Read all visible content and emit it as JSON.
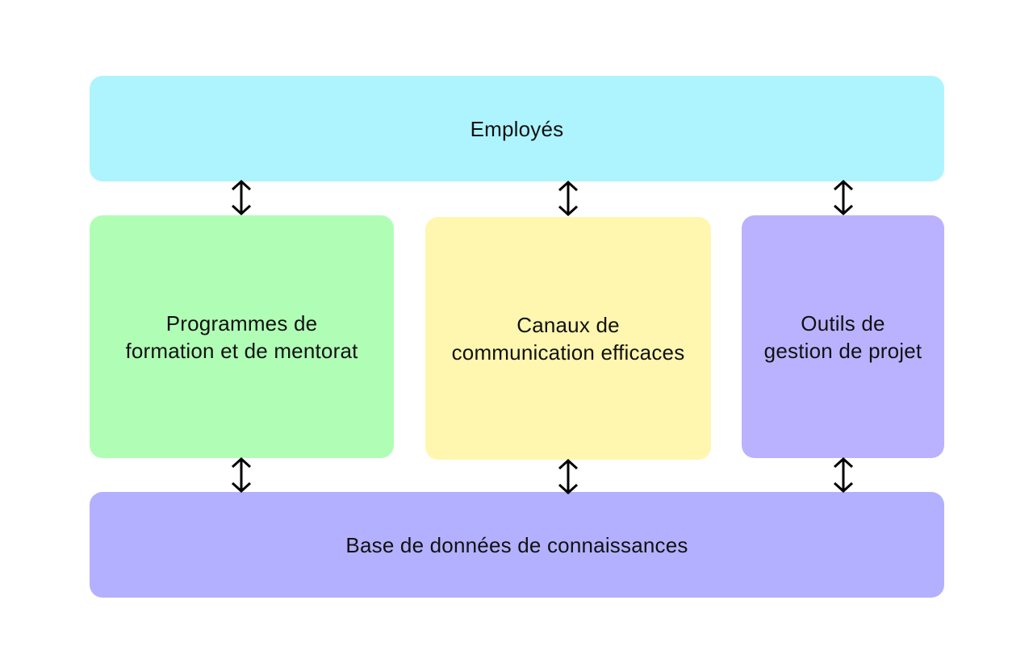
{
  "diagram": {
    "nodes": {
      "employes": {
        "label": "Employés",
        "color": "#aef4ff"
      },
      "formation": {
        "label": "Programmes de\nformation et de mentorat",
        "color": "#b0feb5"
      },
      "canaux": {
        "label": "Canaux de\ncommunication efficaces",
        "color": "#fff6b0"
      },
      "outils": {
        "label": "Outils de\ngestion de projet",
        "color": "#bab2ff"
      },
      "base": {
        "label": "Base de données de connaissances",
        "color": "#b3b0ff"
      }
    },
    "edges": [
      {
        "from": "employes",
        "to": "formation",
        "style": "bidirectional"
      },
      {
        "from": "employes",
        "to": "canaux",
        "style": "bidirectional"
      },
      {
        "from": "employes",
        "to": "outils",
        "style": "bidirectional"
      },
      {
        "from": "formation",
        "to": "base",
        "style": "bidirectional"
      },
      {
        "from": "canaux",
        "to": "base",
        "style": "bidirectional"
      },
      {
        "from": "outils",
        "to": "base",
        "style": "bidirectional"
      }
    ],
    "arrow_color": "#000000"
  }
}
